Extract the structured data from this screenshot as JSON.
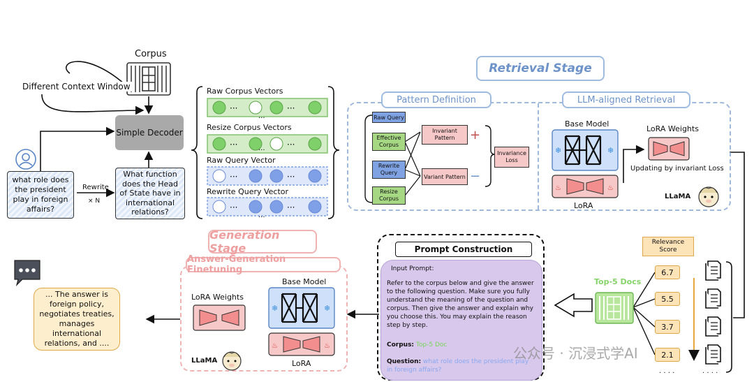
{
  "left": {
    "corpus_label": "Corpus",
    "context_window_label": "Different Context Window",
    "decoder_label": "Simple Decoder",
    "query_text": "what role does the president play in foreign affairs?",
    "rewrite_label": "Rewrite",
    "rewrite_times": "× N",
    "rewritten_text": "What function does the Head of State have in international relations?"
  },
  "vectors": {
    "raw_corpus": "Raw Corpus Vectors",
    "resize_corpus": "Resize Corpus Vectors",
    "raw_query": "Raw Query Vector",
    "rewrite_query": "Rewrite Query Vector",
    "dots": "···"
  },
  "retrieval": {
    "title": "Retrieval Stage",
    "pattern_title": "Pattern Definition",
    "llm_title": "LLM-aligned Retrieval",
    "raw_query": "Raw Query",
    "effective_corpus": "Effective Corpus",
    "rewrite_query": "Rewrite Query",
    "resize_corpus": "Resize Corpus",
    "invariant_pattern": "Invariant Pattern",
    "variant_pattern": "Variant Pattern",
    "plus": "+",
    "minus": "−",
    "invariance_loss": "Invariance Loss",
    "base_model": "Base Model",
    "lora_weights": "LoRA Weights",
    "updating": "Updating by invariant Loss",
    "lora": "LoRA",
    "llama": "LLaMA"
  },
  "generation": {
    "title": "Generation Stage",
    "subtitle": "Answer-Generation Finetuning",
    "lora_weights": "LoRA Weights",
    "base_model": "Base Model",
    "lora": "LoRA",
    "llama": "LLaMA",
    "answer": "... The answer is foreign policy, negotiates treaties, manages international relations, and ...."
  },
  "prompt": {
    "title": "Prompt Construction",
    "input_label": "Input Prompt:",
    "body": "Refer to the corpus below and give the answer to the following question. Make sure you fully understand the meaning of the question and corpus. Then give the answer and explain why you choose this. You may explain the reason step by step.",
    "corpus_label": "Corpus:",
    "corpus_value": "Top-5 Doc",
    "question_label": "Question:",
    "question_value": "what role does the president play in foreign affairs?"
  },
  "docs": {
    "relevance_label": "Relevance Score",
    "top5_label": "Top-5 Docs",
    "scores": [
      "6.7",
      "5.5",
      "3.7",
      "2.1"
    ],
    "more": "· · · ·"
  },
  "watermark": "公众号 · 沉浸式学AI",
  "colors": {
    "blue_title": "#6e93c9",
    "red_title": "#eea0a0",
    "green_dot": "#7fcf6a",
    "blue_dot": "#7f9fe6",
    "top5_green": "#86d36a"
  }
}
